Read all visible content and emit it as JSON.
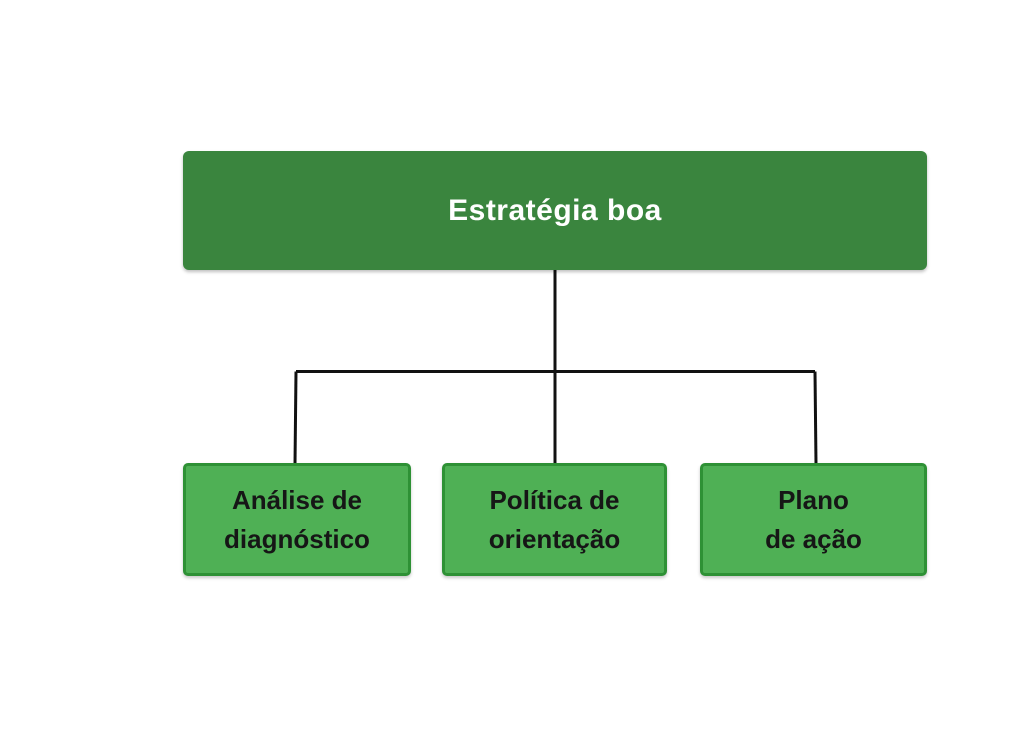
{
  "diagram": {
    "type": "flowchart",
    "root": {
      "label": "Estratégia boa"
    },
    "children": [
      {
        "lines": [
          "Análise de",
          "diagnóstico"
        ]
      },
      {
        "lines": [
          "Política de",
          "orientação"
        ]
      },
      {
        "lines": [
          "Plano",
          "de ação"
        ]
      }
    ],
    "colors": {
      "background": "#ffffff",
      "root_fill": "#3a853e",
      "root_text": "#ffffff",
      "child_fill": "#4fb055",
      "child_border": "#2e9135",
      "child_text": "#161616",
      "connector": "#111111"
    }
  }
}
